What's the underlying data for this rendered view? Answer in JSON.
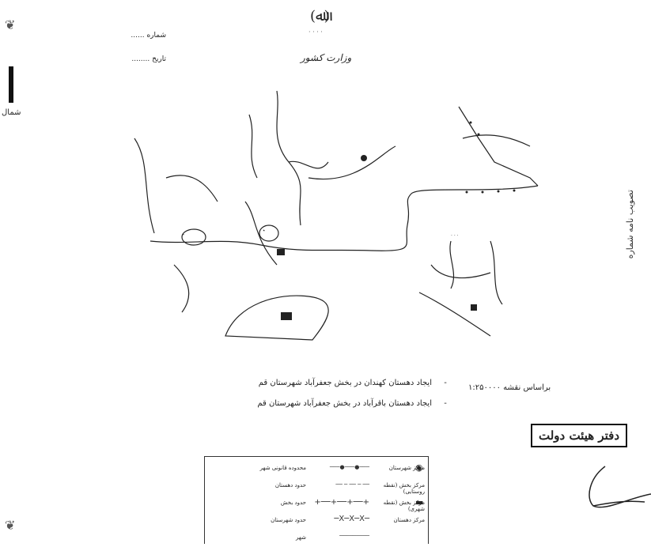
{
  "header": {
    "emblem": "(ﷲ)",
    "ministry": "وزارت کشور",
    "number_label": "شماره ......",
    "date_label": "تاریخ ........"
  },
  "north_label": "شمال",
  "captions": [
    "ایجاد دهستان کهندان در بخش جعفرآباد شهرستان قم",
    "ایجاد دهستان باقرآباد در بخش جعفرآباد شهرستان قم"
  ],
  "caption_bullet": "-",
  "scale": "براساس نقشه ۱:۲۵۰۰۰۰",
  "stamp": "دفتر هیئت دولت",
  "side_text": "تصویب نامه شماره",
  "legend": {
    "rows": [
      {
        "left": "محدوده قانونی شهر",
        "right": "مرکز شهرستان",
        "right_symbol": "◉"
      },
      {
        "left": "حدود دهستان",
        "right": "مرکز بخش (نقطه روستایی)",
        "right_symbol": ""
      },
      {
        "left": "حدود بخش",
        "right": "مرکز بخش (نقطه شهری)",
        "right_symbol": "▬"
      },
      {
        "left": "حدود شهرستان",
        "right": "مرکز دهستان",
        "right_symbol": ""
      },
      {
        "left": "شهر",
        "right": "",
        "right_symbol": ""
      }
    ],
    "symbols": [
      "───●───●───",
      "── ─ ── ─ ──",
      "+──+──+──+",
      "─X─X─X─",
      "─────────"
    ]
  },
  "corner_deco": "❦"
}
